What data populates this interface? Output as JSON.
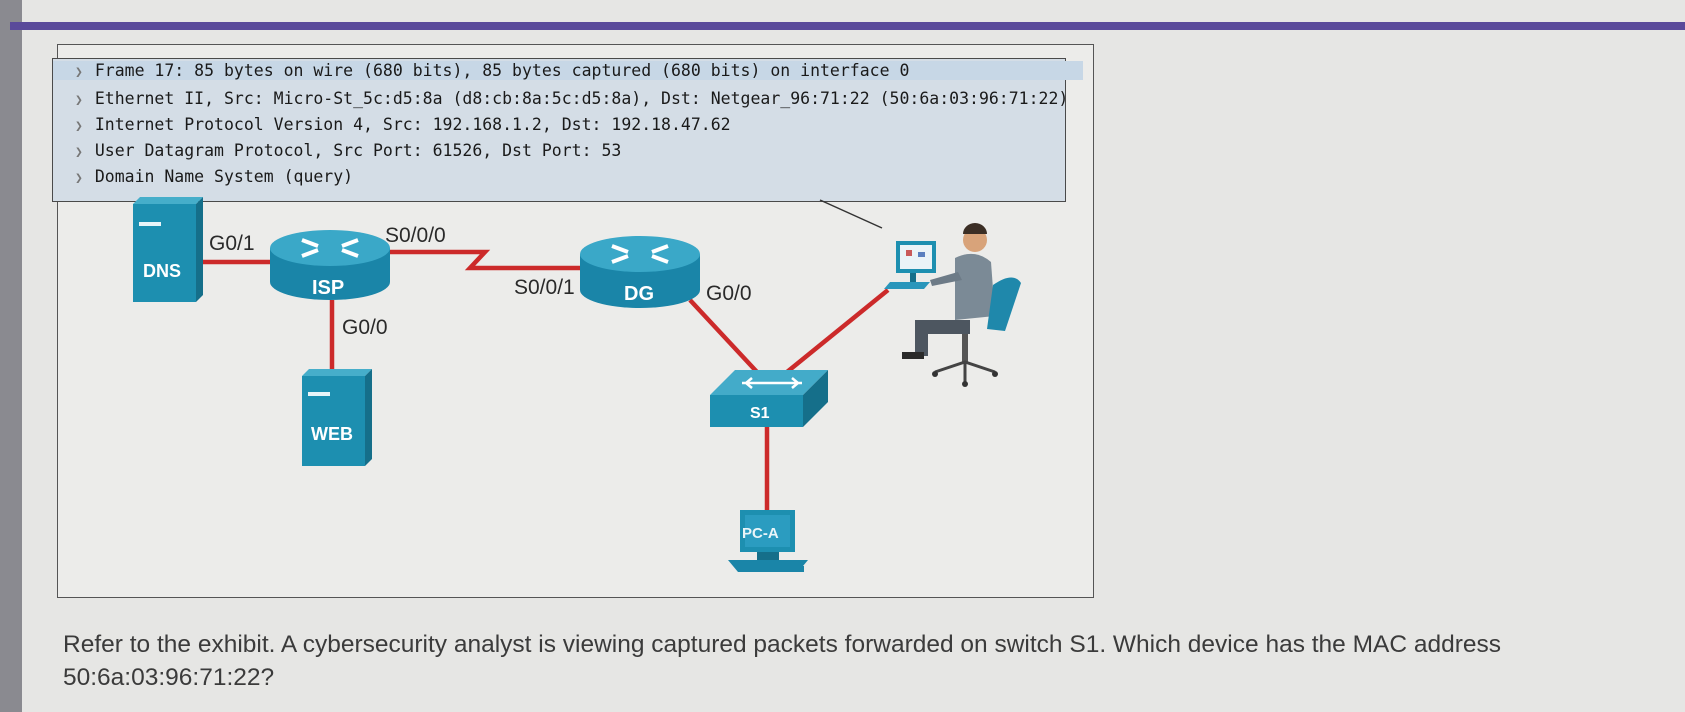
{
  "packet_details": [
    {
      "text": "Frame 17: 85 bytes on wire (680 bits), 85 bytes captured (680 bits) on interface 0",
      "selected": true
    },
    {
      "text": "Ethernet II, Src: Micro-St_5c:d5:8a (d8:cb:8a:5c:d5:8a), Dst: Netgear_96:71:22 (50:6a:03:96:71:22)"
    },
    {
      "text": "Internet Protocol Version 4, Src: 192.168.1.2, Dst: 192.18.47.62"
    },
    {
      "text": "User Datagram Protocol, Src Port: 61526, Dst Port: 53"
    },
    {
      "text": "Domain Name System (query)"
    }
  ],
  "topology": {
    "devices": {
      "dns": "DNS",
      "isp": "ISP",
      "web": "WEB",
      "dg": "DG",
      "s1": "S1",
      "pca": "PC-A"
    },
    "interfaces": {
      "isp_g01": "G0/1",
      "isp_s000": "S0/0/0",
      "isp_g00": "G0/0",
      "dg_s001": "S0/0/1",
      "dg_g00": "G0/0"
    },
    "colors": {
      "device": "#1d8fb0",
      "link": "#cc2a2a",
      "packet_panel": "#d4dde6"
    }
  },
  "question": "Refer to the exhibit. A cybersecurity analyst is viewing captured packets forwarded on switch S1. Which device has the MAC address 50:6a:03:96:71:22?"
}
